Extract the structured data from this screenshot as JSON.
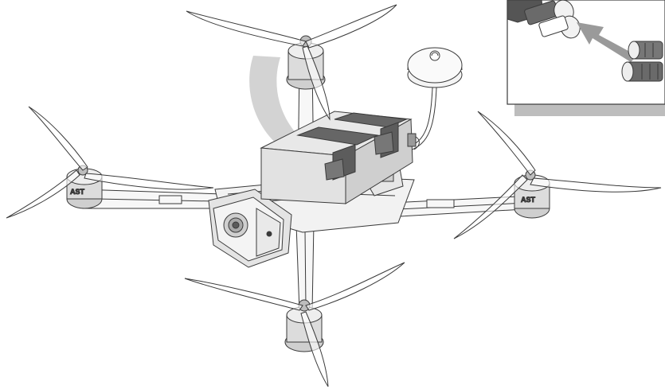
{
  "illustration": {
    "subject": "quadcopter-drone-battery-installation",
    "motor_brand_text": "AST",
    "colors": {
      "background": "#ffffff",
      "line": "#3a3a3a",
      "frame_fill": "#f7f7f7",
      "battery_fill": "#dcdcdc",
      "battery_shade": "#b8b8b8",
      "strap_fill": "#666666",
      "motor_fill": "#cfcfcf",
      "propeller_fill": "#ffffff",
      "ghost_shade": "#c8c8c8",
      "inset_shadow": "#bdbdbd",
      "arrow_fill": "#9a9a9a",
      "connector_fill": "#555555"
    },
    "inset": {
      "content": "battery-connector-detail",
      "direction": "connect-plug-to-socket"
    }
  }
}
